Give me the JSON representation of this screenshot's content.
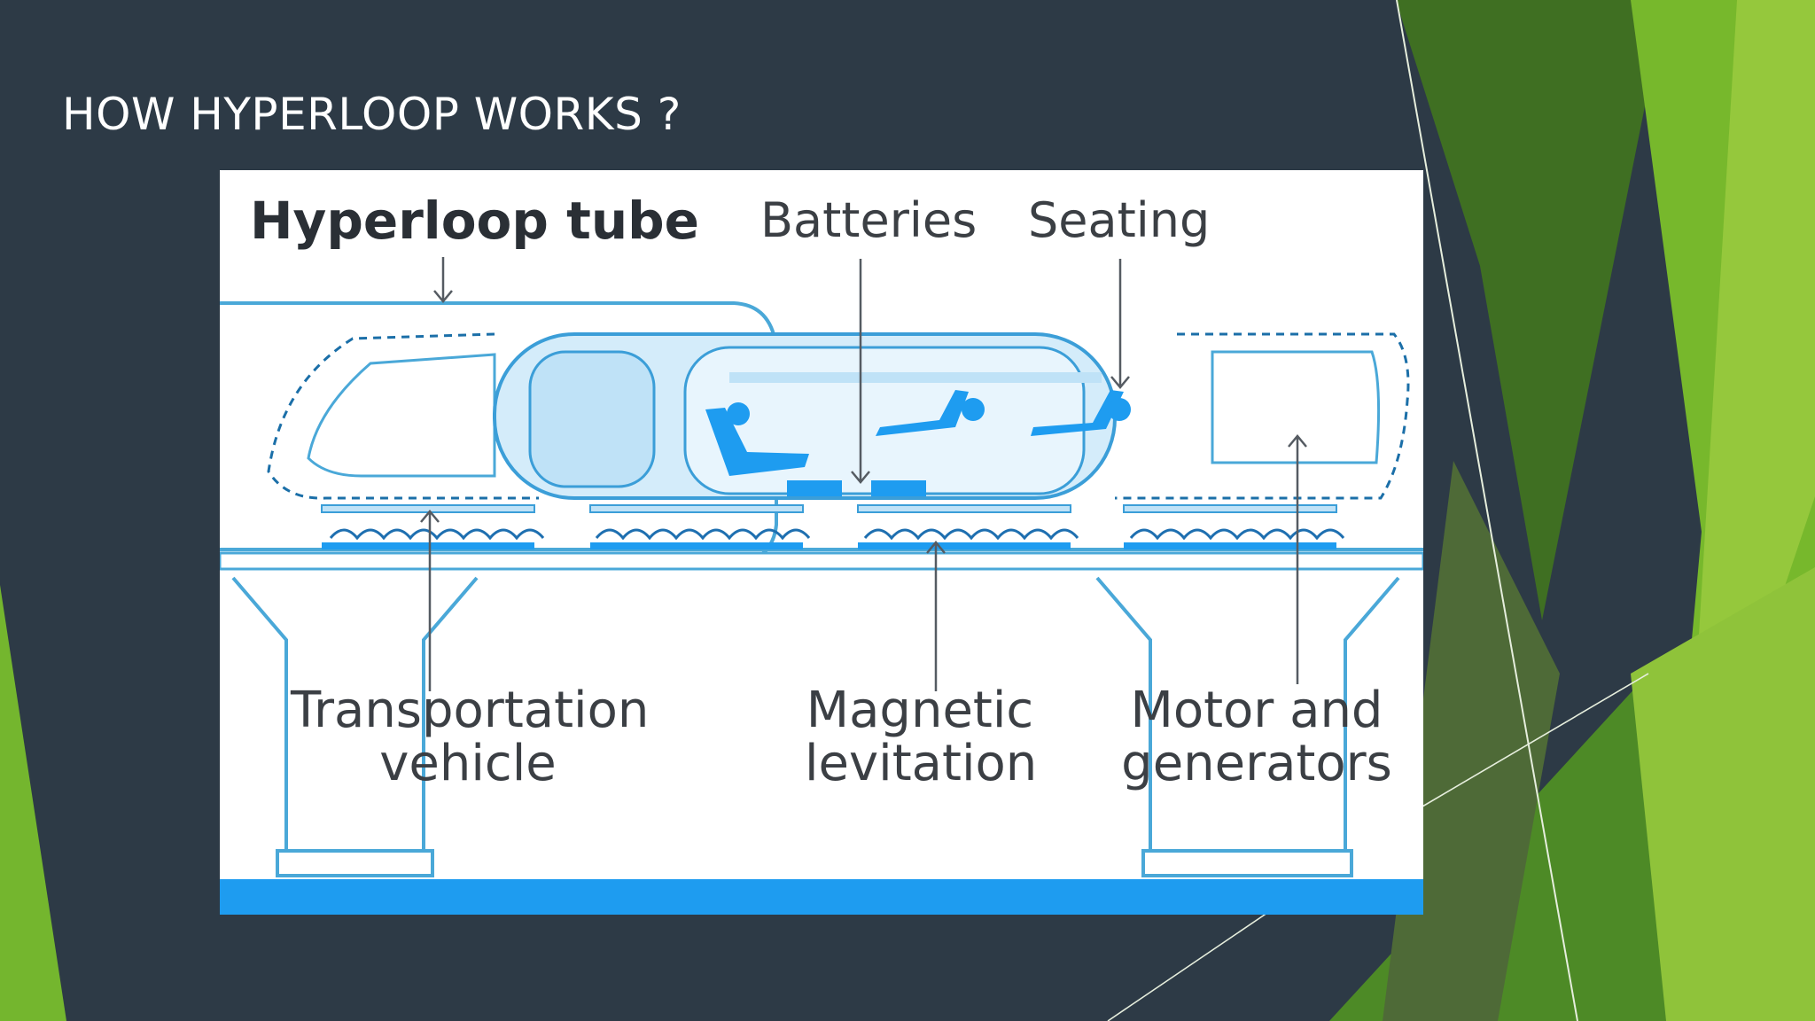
{
  "slide": {
    "title": "HOW HYPERLOOP WORKS ?"
  },
  "diagram": {
    "heading": "Hyperloop tube",
    "labels": {
      "batteries": "Batteries",
      "seating": "Seating",
      "transportation_line1": "Transportation",
      "transportation_line2": "vehicle",
      "magnetic_line1": "Magnetic",
      "magnetic_line2": "levitation",
      "motor_line1": "Motor and",
      "motor_line2": "generators"
    }
  },
  "colors": {
    "background": "#2d3a46",
    "accent_green_light": "#8dc63f",
    "accent_green_dark": "#3f6f22",
    "diagram_blue": "#1e9cf0",
    "diagram_line": "#4aa8d8",
    "diagram_fill": "#d4ecfa"
  }
}
